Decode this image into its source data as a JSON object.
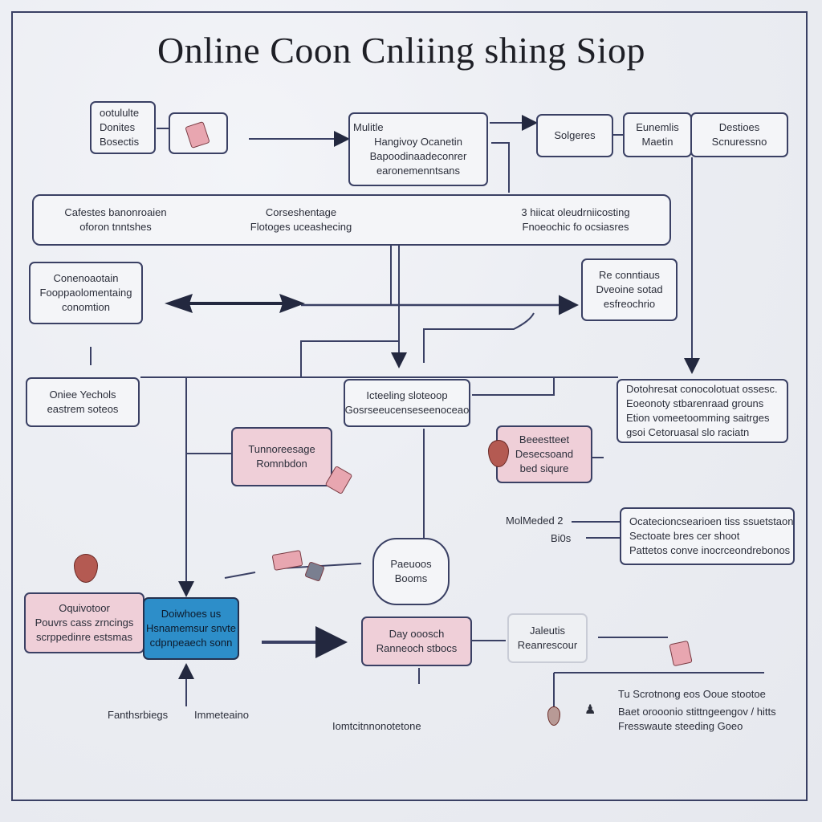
{
  "title": "Online Coon Cnliing shing Siop",
  "nodes": {
    "n1": [
      "ootululte",
      "Donites",
      "Bosectis"
    ],
    "n2": [
      "Mulitle",
      "Hangivoy Ocanetin",
      "Bapoodinaadeconrer",
      "earonemenntsans"
    ],
    "n3": [
      "Solgeres"
    ],
    "n4": [
      "Eunemlis",
      "Maetin"
    ],
    "n5": [
      "Destioes",
      "Scnuressno"
    ],
    "bar_left": [
      "Cafestes banonroaien",
      "oforon tnntshes"
    ],
    "bar_mid": [
      "Corseshentage",
      "Flotoges uceashecing"
    ],
    "bar_right": [
      "3 hiicat oleudrniicosting",
      "Fnoeochic fo ocsiasres"
    ],
    "n6": [
      "Conenoaotain",
      "Fooppaolomentaing",
      "conomtion"
    ],
    "n7": [
      "Re conntiaus",
      "Dveoine sotad",
      "esfreochrio"
    ],
    "n8": [
      "Oniee Yechols",
      "eastrem soteos"
    ],
    "n9": [
      "Icteeling sloteoop",
      "Gosrseeucenseseenoceao"
    ],
    "n10": [
      "Dotohresat conocolotuat ossesc.",
      "Eoeonoty stbarenraad grouns",
      "Etion vomeetoomming saitrges",
      "gsoi Cetoruasal slo raciatn"
    ],
    "n11": [
      "Tunnoreesage",
      "Romnbdon"
    ],
    "n12": [
      "Beeestteet",
      "Desecsoand",
      "bed siqure"
    ],
    "n13": [
      "Ocatecioncsearioen tiss ssuetstaon",
      "Sectoate bres cer shoot",
      "Pattetos conve inocrceondrebonos"
    ],
    "n14": [
      "Paeuoos",
      "Booms"
    ],
    "n15": [
      "Oquivotoor",
      "Pouvrs cass zrncings",
      "scrppedinre estsmas"
    ],
    "n16": [
      "Doiwhoes us",
      "Hsnamemsur snvte",
      "cdpnpeaech sonn"
    ],
    "n17": [
      "Day ooosch",
      "Ranneoch stbocs"
    ],
    "n18": [
      "Jaleutis",
      "Reanrescour"
    ]
  },
  "labels": {
    "mobile": "MolMeded 2",
    "bios": "Bi0s",
    "fashion": "Fanthsrbiegs",
    "imm": "Immeteaino",
    "tomct": "Iomtcitnnonotetone",
    "note1": "Tu Scrotnong eos Ooue stootoe",
    "note2": "Baet orooonio stittngeengov / hitts",
    "note3": "Fresswaute steeding Goeo"
  },
  "colors": {
    "line": "#3a4064",
    "pink": "#efcfd8",
    "blue": "#2d8ec9"
  }
}
